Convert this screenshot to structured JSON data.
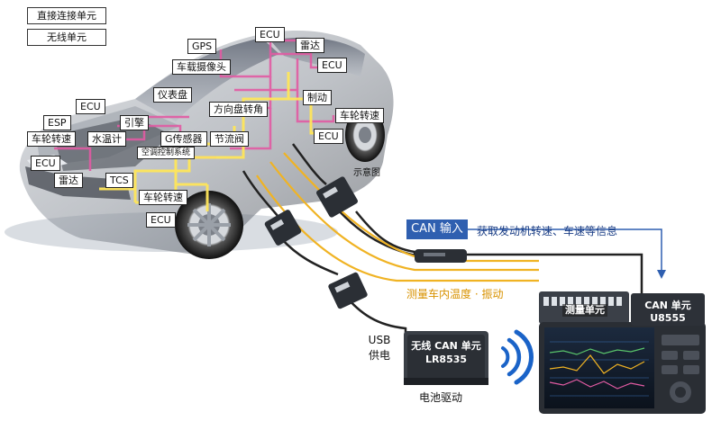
{
  "legend": {
    "direct": "直接连接单元",
    "wireless": "无线单元"
  },
  "car_labels": {
    "gps": "GPS",
    "ecu_top": "ECU",
    "radar_top": "雷达",
    "camera": "车载摄像头",
    "ecu_right": "ECU",
    "dashboard": "仪表盘",
    "ecu_left": "ECU",
    "brake": "制动",
    "steering": "方向盘转角",
    "wheel_speed_right": "车轮转速",
    "esp": "ESP",
    "engine": "引擎",
    "ecu_mid_right": "ECU",
    "wheel_speed_left": "车轮转速",
    "water_temp": "水温计",
    "g_sensor": "G传感器",
    "throttle": "节流阀",
    "ac_system": "空调控制系统",
    "ecu_front": "ECU",
    "radar_front": "雷达",
    "tcs": "TCS",
    "wheel_speed_front": "车轮转速",
    "ecu_bottom": "ECU"
  },
  "schematic_note": "示意图",
  "can_input": {
    "badge": "CAN 输入",
    "desc": "获取发动机转速、车速等信息"
  },
  "temp_vibration": "测量车内温度 · 振动",
  "usb": {
    "line1": "USB",
    "line2": "供电"
  },
  "wireless_unit": {
    "line1": "无线 CAN 单元",
    "line2": "LR8535"
  },
  "battery": "电池驱动",
  "measure_unit": "测量单元",
  "can_unit": {
    "line1": "CAN 单元",
    "line2": "U8555"
  },
  "colors": {
    "can_blue": "#2f5fb0",
    "temp_orange": "#f0b323",
    "pink_line": "#e25ba3",
    "yellow_line": "#ffe65a",
    "wifi_blue": "#1a63c8"
  }
}
